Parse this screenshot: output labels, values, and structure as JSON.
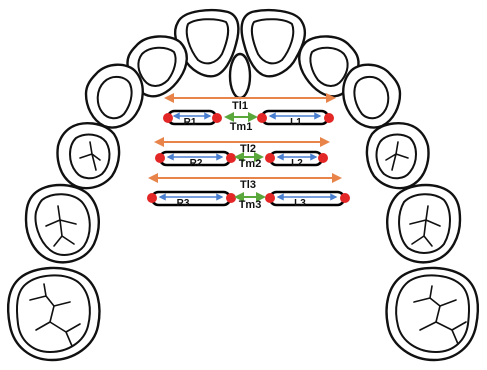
{
  "labels": {
    "tl1": "Tl1",
    "tl2": "Tl2",
    "tl3": "Tl3",
    "tm1": "Tm1",
    "tm2": "Tm2",
    "tm3": "Tm3",
    "r1": "R1",
    "r2": "R2",
    "r3": "R3",
    "l1": "L1",
    "l2": "L2",
    "l3": "L3"
  },
  "colors": {
    "outline": "#111111",
    "arrow_orange": "#e8834a",
    "arrow_green": "#5aa83c",
    "arrow_blue": "#4a7fd0",
    "dot_red": "#e32626"
  }
}
